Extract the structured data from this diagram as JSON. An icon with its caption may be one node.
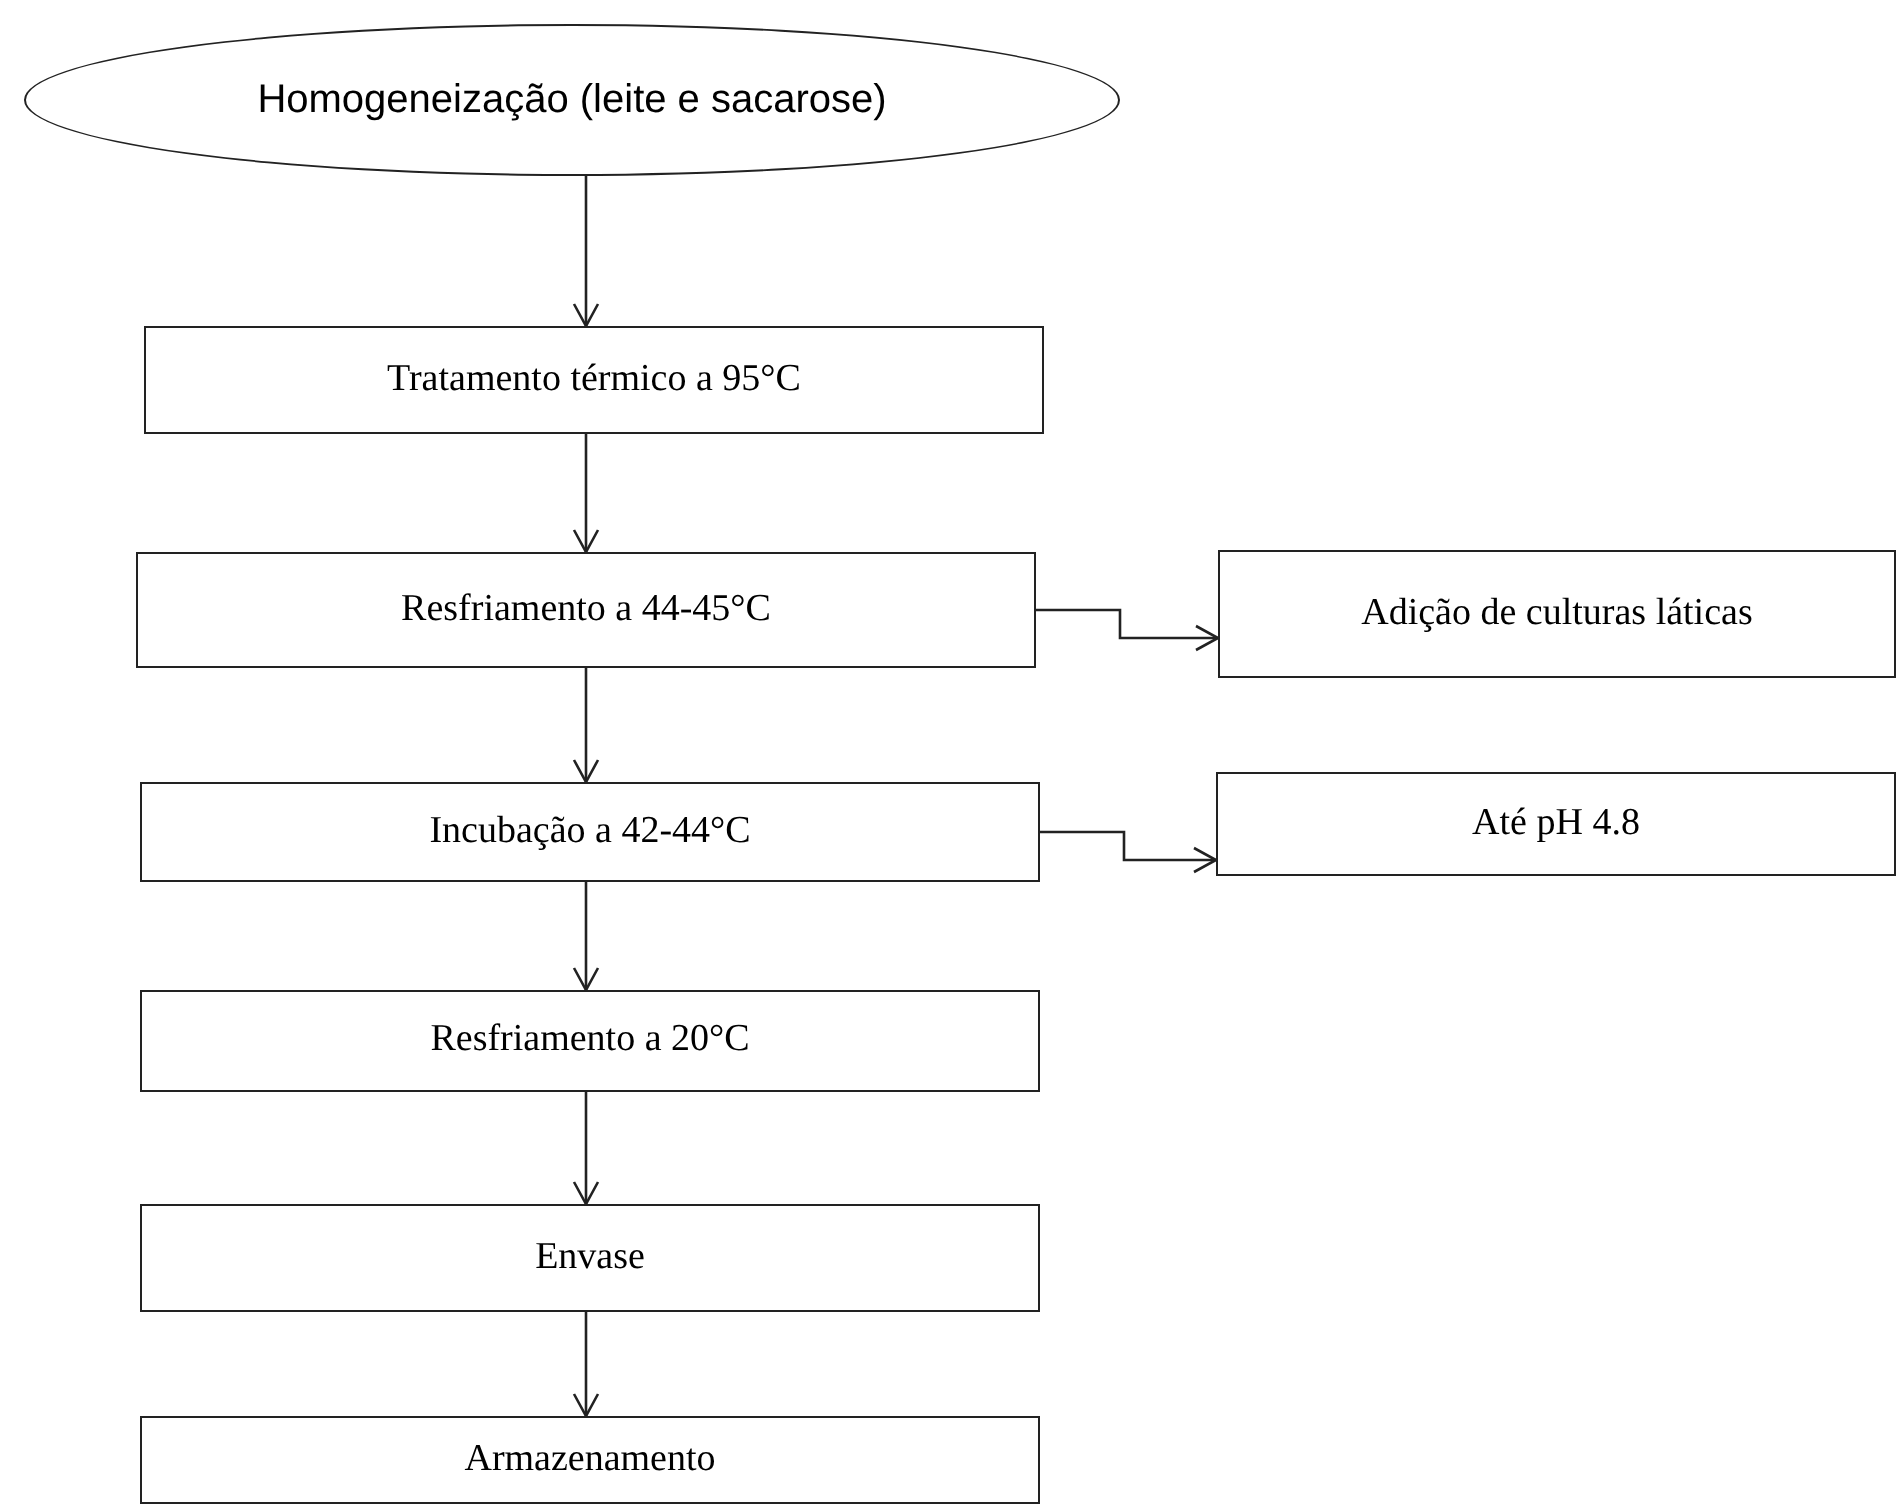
{
  "diagram": {
    "nodes": [
      {
        "text": [
          "Homogeneização (leite e sacarose)"
        ]
      },
      {
        "text": [
          "Tratamento térmico a 95°C"
        ]
      },
      {
        "text": [
          "Resfriamento a 44-45°C"
        ]
      },
      {
        "text": [
          "Adição de culturas láticas"
        ]
      },
      {
        "text": [
          "Incubação a 42-44°C"
        ]
      },
      {
        "text": [
          "Até pH 4.8"
        ]
      },
      {
        "text": [
          "Resfriamento a 20°C"
        ]
      },
      {
        "text": [
          "Envase"
        ]
      },
      {
        "text": [
          "Armazenamento"
        ]
      }
    ],
    "edges": [
      {
        "from": 0,
        "to": 1,
        "arrow": "to"
      },
      {
        "from": 1,
        "to": 2,
        "arrow": "to"
      },
      {
        "from": 2,
        "to": 3,
        "arrow": "to"
      },
      {
        "from": 2,
        "to": 4,
        "arrow": "to"
      },
      {
        "from": 4,
        "to": 5,
        "arrow": "to"
      },
      {
        "from": 4,
        "to": 6,
        "arrow": "to"
      },
      {
        "from": 6,
        "to": 7,
        "arrow": "to"
      },
      {
        "from": 7,
        "to": 8,
        "arrow": "to"
      }
    ]
  }
}
